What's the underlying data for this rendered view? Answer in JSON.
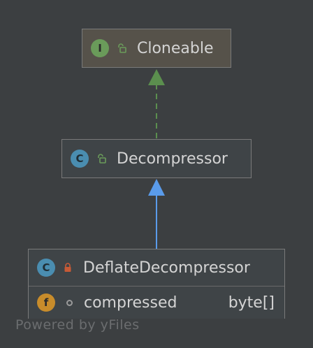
{
  "nodes": {
    "cloneable": {
      "name": "Cloneable",
      "kind_badge": "I",
      "kind": "interface",
      "visibility": "public",
      "icon": "interface-icon"
    },
    "decompressor": {
      "name": "Decompressor",
      "kind_badge": "C",
      "kind": "class",
      "visibility": "public",
      "icon": "class-icon"
    },
    "deflate": {
      "name": "DeflateDecompressor",
      "kind_badge": "C",
      "kind": "class",
      "visibility": "private",
      "icon": "class-icon",
      "fields": [
        {
          "badge": "f",
          "name": "compressed",
          "type": "byte[]",
          "visibility": "package-private"
        }
      ]
    }
  },
  "edges": [
    {
      "from": "Decompressor",
      "to": "Cloneable",
      "relation": "implements",
      "style": "dashed",
      "color": "#5b8f4e"
    },
    {
      "from": "DeflateDecompressor",
      "to": "Decompressor",
      "relation": "extends",
      "style": "solid",
      "color": "#5a9bea"
    }
  ],
  "colors": {
    "background": "#3c3f41",
    "implements_edge": "#5b8f4e",
    "extends_edge": "#5a9bea",
    "interface_badge": "#6a9b5a",
    "class_badge": "#4a8db0",
    "field_badge": "#c88c2b",
    "public_lock": "#6a9b5a",
    "private_lock": "#c75a36"
  },
  "watermark": "Powered by yFiles"
}
